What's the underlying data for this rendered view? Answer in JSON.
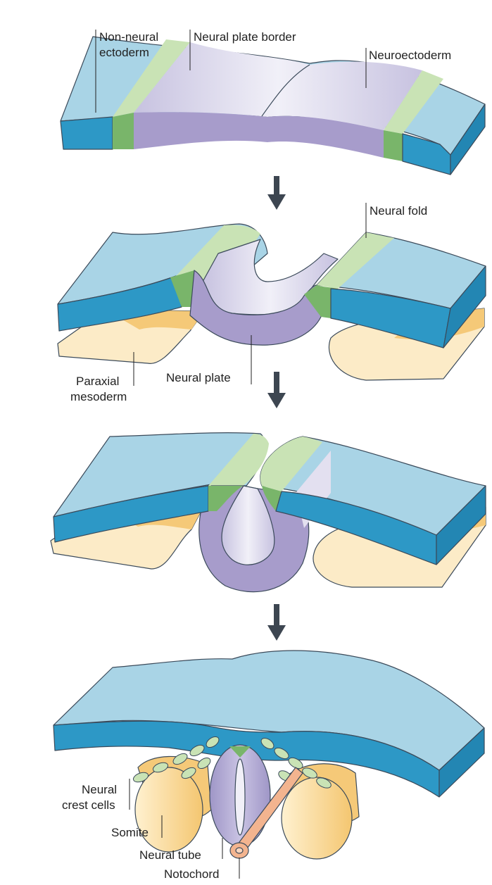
{
  "labels": {
    "non_neural_ectoderm_1": "Non-neural",
    "non_neural_ectoderm_2": "ectoderm",
    "neural_plate_border": "Neural plate border",
    "neuroectoderm": "Neuroectoderm",
    "neural_fold": "Neural fold",
    "paraxial_mesoderm_1": "Paraxial",
    "paraxial_mesoderm_2": "mesoderm",
    "neural_plate": "Neural plate",
    "neural_crest_cells_1": "Neural",
    "neural_crest_cells_2": "crest cells",
    "somite": "Somite",
    "neural_tube": "Neural tube",
    "notochord": "Notochord"
  },
  "colors": {
    "ectoderm_top": "#a9d4e6",
    "ectoderm_side": "#2d98c6",
    "neural_plate_top": "#d9d9ec",
    "neural_plate_side": "#a79ccb",
    "border_top": "#c9e3b5",
    "border_side": "#79b56a",
    "mesoderm": "#fcebc7",
    "mesoderm_dark": "#f5c978",
    "notochord": "#f3b48f",
    "arrow": "#3d4651"
  }
}
